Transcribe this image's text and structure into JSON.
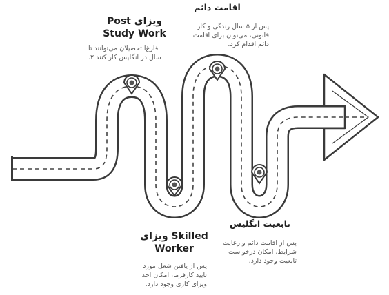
{
  "milestones": [
    {
      "id": "post-study",
      "title": [
        "Post ویزای",
        "Study Work"
      ],
      "desc": [
        "فارغ‌التحصیلان می‌توانند تا",
        ".سال در انگلیس کار کنند ۲"
      ]
    },
    {
      "id": "skilled",
      "title": [
        "ویزای Skilled",
        "Worker"
      ],
      "desc": [
        "پس از یافتن شغل مورد",
        "تایید کارفرما، امکان اخذ",
        ".ویزای کاری وجود دارد"
      ]
    },
    {
      "id": "permanent",
      "title": [
        "اقامت دائم"
      ],
      "desc": [
        "پس از ۵ سال زندگی و کار",
        "قانونی، می‌توان برای اقامت",
        ".دائم اقدام کرد"
      ]
    },
    {
      "id": "citizenship",
      "title": [
        "تابعیت انگلیس"
      ],
      "desc": [
        "پس از اقامت دائم و رعایت",
        "شرایط، امکان درخواست",
        ".تابعیت وجود دارد"
      ]
    }
  ],
  "colors": {
    "road": "#ffffff",
    "outline": "#3a3a3a",
    "pin": "#555555"
  }
}
